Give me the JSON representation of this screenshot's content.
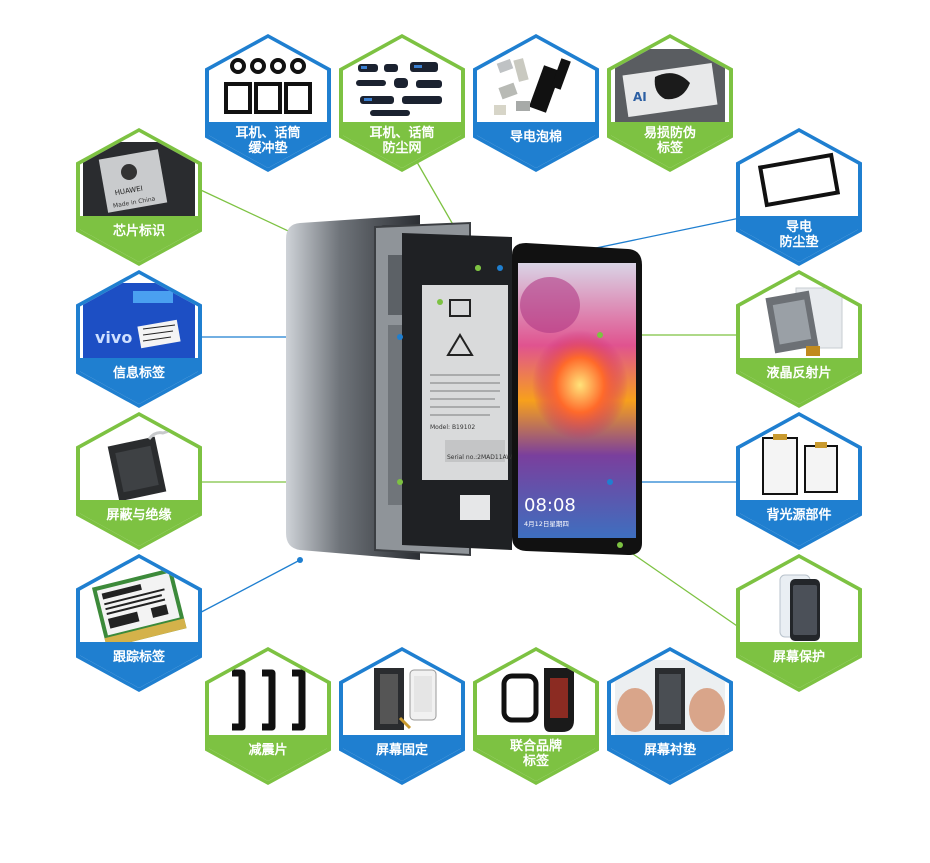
{
  "colors": {
    "green": "#7dc242",
    "blue": "#1f7fd0"
  },
  "labels": {
    "top1": "耳机、话筒\n缓冲垫",
    "top2": "耳机、话筒\n防尘网",
    "top3": "导电泡棉",
    "top4": "易损防伪\n标签",
    "left1": "芯片标识",
    "left2": "信息标签",
    "left3": "屏蔽与绝缘",
    "left4": "跟踪标签",
    "right1": "导电\n防尘垫",
    "right2": "液晶反射片",
    "right3": "背光源部件",
    "right4": "屏幕保护",
    "bottom1": "减震片",
    "bottom2": "屏幕固定",
    "bottom3": "联合品牌\n标签",
    "bottom4": "屏幕衬垫"
  },
  "phone": {
    "clock": "08:08",
    "date": "4月12日星期四",
    "serial": "Serial no.:2MAD11AW",
    "model": "Model: B19102",
    "chip_brand": "HUAWEI",
    "chip_origin": "Made in China",
    "info_brand": "vivo"
  }
}
